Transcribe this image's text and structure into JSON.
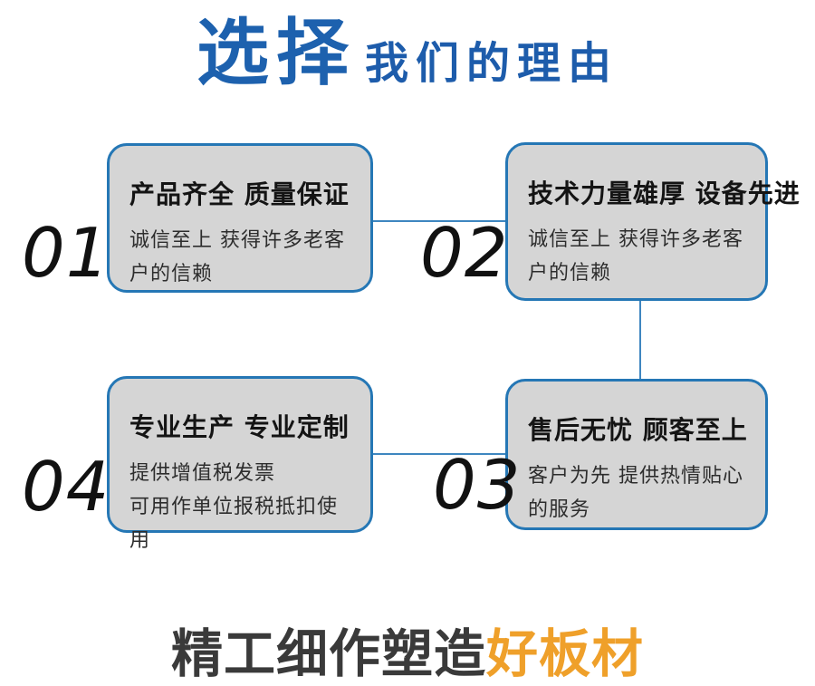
{
  "title": {
    "highlight": "选择",
    "rest": "我们的理由"
  },
  "cards": [
    {
      "number": "01",
      "heading": "产品齐全 质量保证",
      "body": "诚信至上 获得许多老客户的信赖"
    },
    {
      "number": "02",
      "heading": "技术力量雄厚 设备先进",
      "body": "诚信至上 获得许多老客户的信赖"
    },
    {
      "number": "04",
      "heading": "专业生产 专业定制",
      "body": "提供增值税发票\n可用作单位报税抵扣使用"
    },
    {
      "number": "03",
      "heading": "售后无忧 顾客至上",
      "body": "客户为先 提供热情贴心的服务"
    }
  ],
  "footer": {
    "normal": "精工细作塑造",
    "highlight": "好板材"
  },
  "colors": {
    "title_blue": "#1d61ae",
    "card_border_blue": "#2577b5",
    "card_background": "#d5d5d5",
    "connector_blue": "#3e86c0",
    "footer_dark": "#3a3a3a",
    "footer_orange": "#efa02a"
  }
}
